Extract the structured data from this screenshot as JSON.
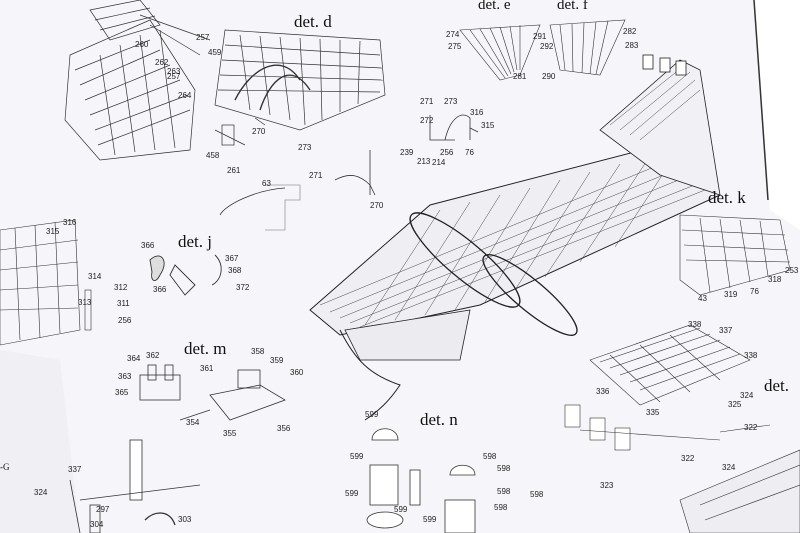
{
  "document": {
    "title": "Model ship construction plan sheet",
    "colors": {
      "paper": "#f6f5f9",
      "ink": "#1a1a1a",
      "shadow": "#d9d8e0"
    }
  },
  "detail_labels": {
    "d": "det. d",
    "e": "det. e",
    "f": "det. f",
    "j": "det. j",
    "k": "det. k",
    "m": "det. m",
    "n": "det. n",
    "partial": "det.",
    "g_marker": "-G"
  },
  "part_numbers": {
    "top_left": [
      "260",
      "262",
      "257",
      "263",
      "264",
      "459",
      "257"
    ],
    "det_d": [
      "271",
      "272",
      "273",
      "270",
      "273",
      "458",
      "261"
    ],
    "det_e": [
      "274",
      "275",
      "291",
      "281"
    ],
    "det_f": [
      "292",
      "282",
      "283",
      "290"
    ],
    "center_parts": [
      "316",
      "315",
      "239",
      "213",
      "214",
      "256",
      "76",
      "63",
      "271",
      "270"
    ],
    "left_side": [
      "316",
      "315",
      "314",
      "312",
      "311",
      "313",
      "256"
    ],
    "det_j": [
      "366",
      "367",
      "368",
      "366",
      "372"
    ],
    "det_m": [
      "364",
      "362",
      "363",
      "365",
      "358",
      "359",
      "361",
      "360",
      "354",
      "355",
      "356"
    ],
    "det_k": [
      "319",
      "76",
      "318",
      "253",
      "43"
    ],
    "right_lower": [
      "338",
      "337",
      "338",
      "336",
      "335",
      "325",
      "324",
      "322",
      "322",
      "324",
      "323"
    ],
    "det_n": [
      "599",
      "598",
      "598",
      "599",
      "599",
      "599",
      "598",
      "598",
      "598",
      "599"
    ],
    "bottom_left": [
      "337",
      "324",
      "297",
      "304",
      "303"
    ]
  }
}
